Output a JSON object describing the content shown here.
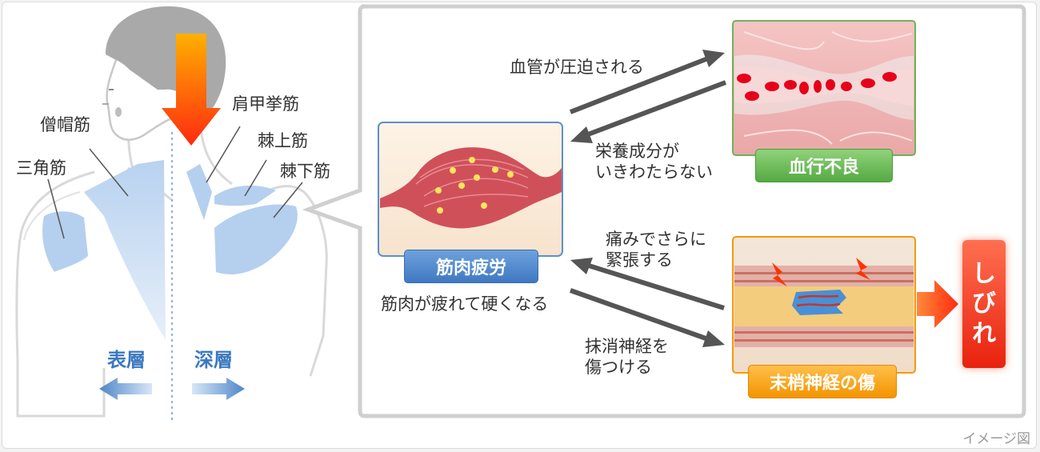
{
  "muscles": {
    "trapezius": "僧帽筋",
    "deltoid": "三角筋",
    "levator_scapulae": "肩甲挙筋",
    "supraspinatus": "棘上筋",
    "infraspinatus": "棘下筋"
  },
  "layers": {
    "surface": "表層",
    "deep": "深層"
  },
  "flow": {
    "compressed": "血管が圧迫される",
    "no_nutrition": "栄養成分が\nいきわたらない",
    "pain_tension": "痛みでさらに\n緊張する",
    "nerve_damage": "抹消神経を\n傷つける",
    "muscle_hardens": "筋肉が疲れて硬くなる"
  },
  "badges": {
    "muscle_fatigue": "筋肉疲労",
    "poor_circulation": "血行不良",
    "nerve_injury": "末梢神経の傷",
    "numbness": "しびれ"
  },
  "caption": "イメージ図",
  "colors": {
    "muscle_blue": "#5b8fd6",
    "circulation_green": "#62b34f",
    "nerve_orange": "#f59a0a",
    "numbness_red": "#f0321a",
    "pressure_arrow": "#ff3a10"
  }
}
